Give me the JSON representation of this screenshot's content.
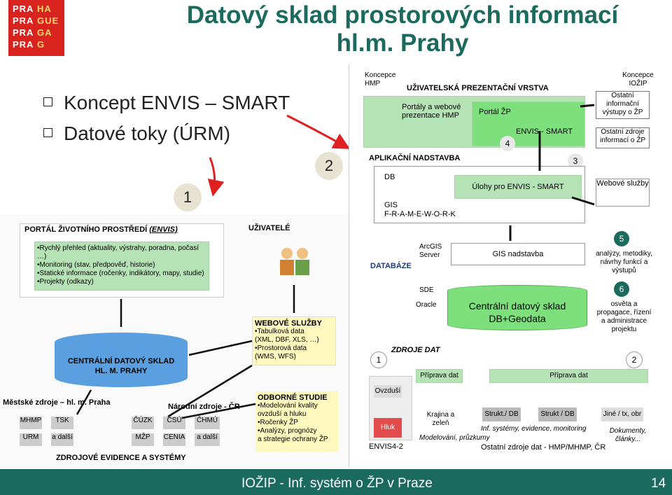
{
  "slide": {
    "title_line1": "Datový sklad prostorových informací",
    "title_line2": "hl.m. Prahy",
    "bullets": [
      "Koncept ENVIS – SMART",
      "Datové toky (ÚRM)"
    ],
    "marker1": "1",
    "marker2": "2",
    "footer_text": "IOŽIP - Inf. systém o ŽP v Praze",
    "page_number": "14"
  },
  "logo": {
    "cells": [
      "PRA",
      "HA",
      "PRA",
      "GUE",
      "PRA",
      "GA",
      "PRA",
      "G"
    ]
  },
  "left_diagram": {
    "portal_title": "PORTÁL ŽIVOTNÍHO PROSTŘEDÍ",
    "portal_link": "(ENVIS)",
    "users_label": "UŽIVATELÉ",
    "portal_items": [
      "•Rychlý přehled (aktuality, výstrahy, poradna, počasí …)",
      "•Monitoring (stav, předpověď, historie)",
      "•Statické informace (ročenky, indikátory, mapy, studie)",
      "•Projekty (odkazy)"
    ],
    "web_services_title": "WEBOVÉ SLUŽBY",
    "web_services_items": [
      "•Tabulková data",
      "(XML, DBF, XLS, …)",
      "•Prostorová data",
      "(WMS, WFS)"
    ],
    "central_line1": "CENTRÁLNÍ DATOVÝ SKLAD",
    "central_line2": "HL. M. PRAHY",
    "studies_title": "ODBORNÉ STUDIE",
    "studies_items": [
      "•Modelování kvality",
      "ovzduší a hluku",
      "•Ročenky ŽP",
      "•Analýzy, prognózy",
      "a strategie ochrany ŽP"
    ],
    "city_sources": "Městské zdroje – hl. m. Praha",
    "national_sources": "Národní zdroje - ČR",
    "sources_row1": [
      "MHMP",
      "TSK",
      "ČÚZK",
      "ČSÚ",
      "ČHMÚ"
    ],
    "sources_row2": [
      "URM",
      "a další",
      "MŽP",
      "CENIA",
      "a další"
    ],
    "footer_label": "ZDROJOVÉ EVIDENCE A SYSTÉMY"
  },
  "right_diagram": {
    "koncepce_hmp": "Koncepce HMP",
    "user_layer": "UŽIVATELSKÁ PREZENTAČNÍ VRSTVA",
    "koncepce_iozip": "Koncepce IOŽIP",
    "portaly": "Portály a webové prezentace HMP",
    "portal_zp": "Portál ŽP",
    "envis_smart": "ENVIS - SMART",
    "ostatni_vystupy": "Ostatní informační výstupy o ŽP",
    "ostatni_zdroje": "Ostatní zdroje informací o ŽP",
    "app_layer": "APLIKAČNÍ NADSTAVBA",
    "num3": "3",
    "num4": "4",
    "db": "DB",
    "gis": "GIS",
    "forme": "F-R-A-M-E-W-O-R-K",
    "ulohy": "Úlohy pro ENVIS - SMART",
    "webove_sluzby": "Webové služby",
    "databaze": "DATABÁZE",
    "arcgis": "ArcGIS Server",
    "gis_nadstavba": "GIS nadstavba",
    "num5": "5",
    "analyzy": "analýzy, metodiky, návrhy funkcí a výstupů",
    "sde": "SDE",
    "oracle": "Oracle",
    "central": "Centrální datový sklad",
    "dbgeo": "DB+Geodata",
    "num6": "6",
    "osveta": "osvěta a propagace, řízení a administrace projektu",
    "zdroje_dat": "ZDROJE DAT",
    "num1": "1",
    "num2": "2",
    "priprava1": "Příprava dat",
    "priprava2": "Příprava dat",
    "ovzdusi": "Ovzduší",
    "hluk": "Hluk",
    "krajina": "Krajina a zeleň",
    "envis42": "ENVIS4-2",
    "modelovani": "Modelování, průzkumy",
    "strukt1": "Strukt./ DB",
    "strukt2": "Strukt / DB",
    "jine": "Jiné / tx, obr",
    "inf_systemy": "Inf. systémy, evidence, monitoring",
    "dokumenty": "Dokumenty, články...",
    "ostatni_zdroje_dat": "Ostatní zdroje dat - HMP/MHMP, ČR"
  }
}
